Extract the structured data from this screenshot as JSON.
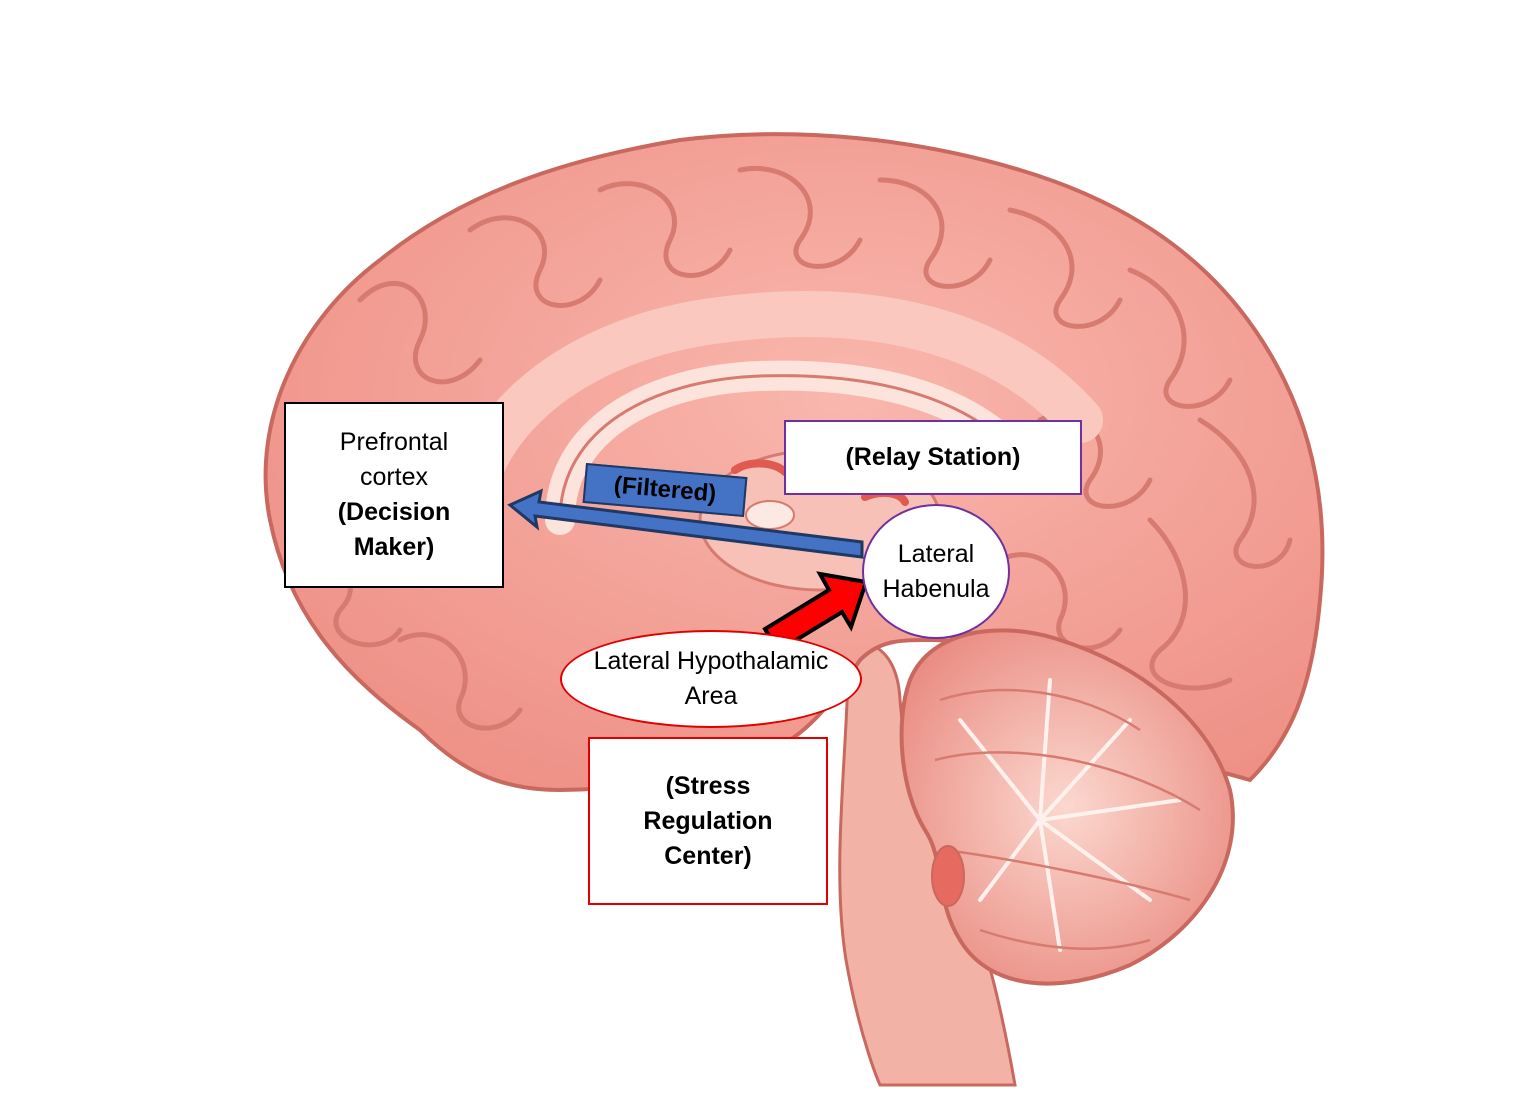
{
  "labels": {
    "pfc": {
      "line1": "Prefrontal",
      "line2": "cortex",
      "role_line1": "(Decision",
      "role_line2": "Maker)"
    },
    "relay": {
      "text": "(Relay Station)"
    },
    "lateral_habenula": {
      "line1": "Lateral",
      "line2": "Habenula"
    },
    "lha": {
      "line1": "Lateral Hypothalamic",
      "line2": "Area"
    },
    "stress": {
      "line1": "(Stress",
      "line2": "Regulation",
      "line3": "Center)"
    },
    "filtered": {
      "text": "(Filtered)"
    }
  },
  "colors": {
    "brain_fill": "#f4a49a",
    "brain_shadow": "#d9736a",
    "brain_highlight": "#fbd1ca",
    "pfc_border": "#000000",
    "relay_border": "#7030a0",
    "stress_border": "#e00000",
    "blue_arrow": "#4472c4",
    "blue_arrow_outline": "#1f3864",
    "red_arrow": "#ff0000"
  }
}
